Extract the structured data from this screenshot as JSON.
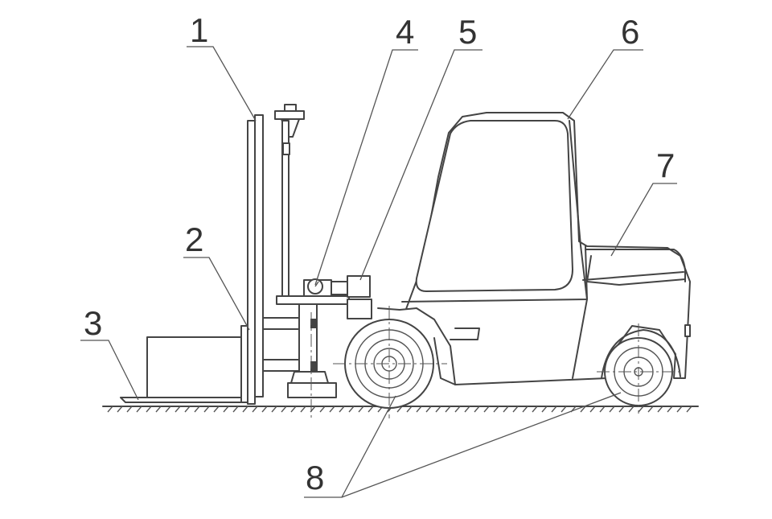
{
  "labels": {
    "l1": "1",
    "l2": "2",
    "l3": "3",
    "l4": "4",
    "l5": "5",
    "l6": "6",
    "l7": "7",
    "l8": "8"
  },
  "colors": {
    "line": "#444444",
    "background": "#ffffff"
  }
}
